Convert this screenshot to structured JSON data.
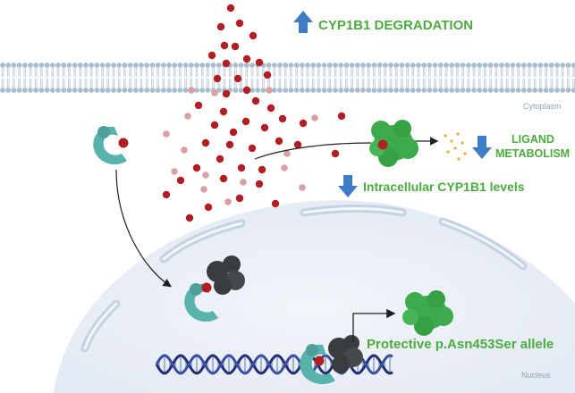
{
  "labels": {
    "degradation": "CYP1B1 DEGRADATION",
    "ligand_line1": "LIGAND",
    "ligand_line2": "METABOLISM",
    "intracellular": "Intracellular CYP1B1 levels",
    "protective": "Protective p.Asn453Ser allele",
    "cytoplasm": "Cytoplasm",
    "nucleus": "Nucleus"
  },
  "colors": {
    "membrane": "#a9bccd",
    "nucleus_fill": "#eef2f8",
    "nuclear_envelope": "#c3d3e2",
    "ligand_dark": "#b11f25",
    "ligand_light": "#d9a0a3",
    "receptor_teal": "#58b3ad",
    "cofactor_dark": "#3a3d40",
    "cyp1b1_green": "#3dab4c",
    "arrow_blue": "#3f7cc6",
    "text_green": "#4bab3f",
    "metabolite_gold": "#e2b23a"
  },
  "icons": {
    "up_arrow": "arrow-up-icon",
    "down_arrow": "arrow-down-icon"
  }
}
